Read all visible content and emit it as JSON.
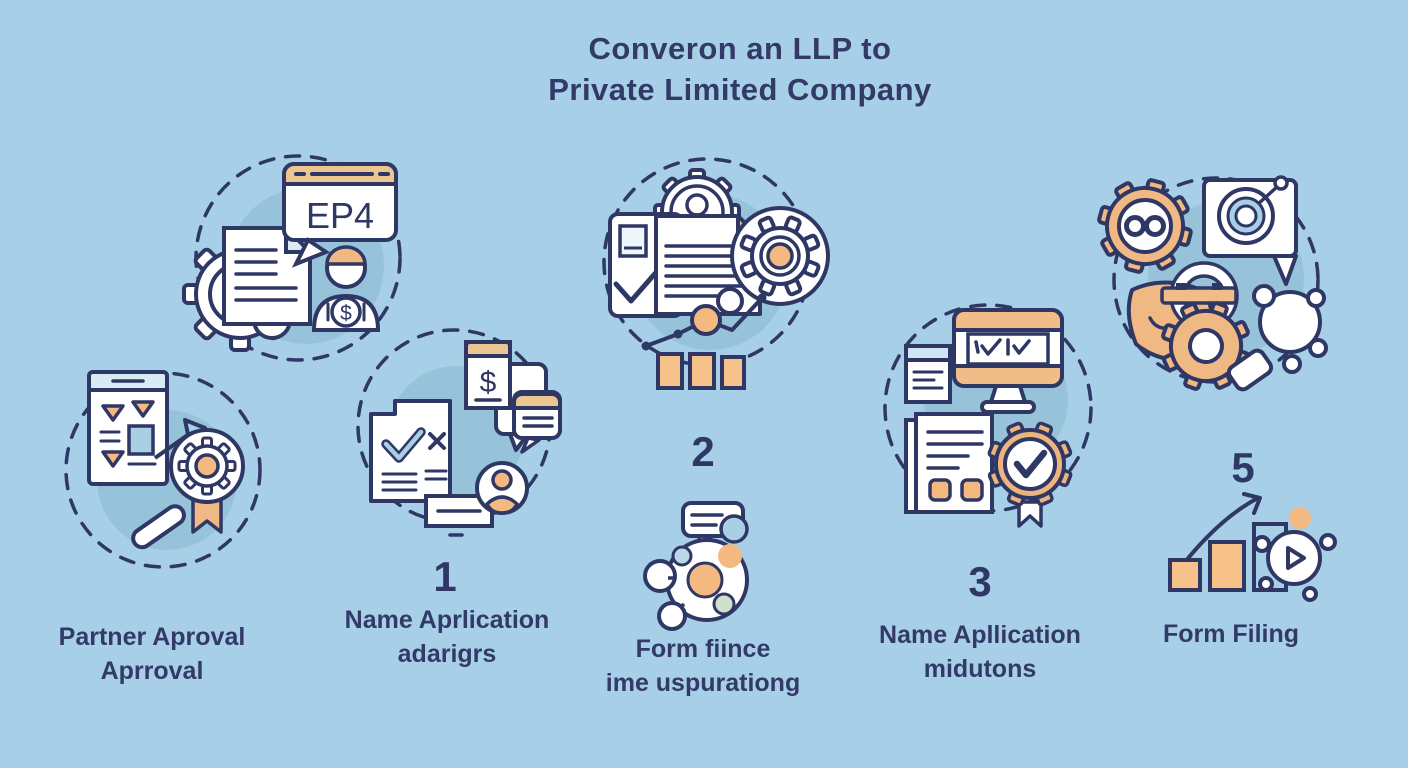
{
  "title": {
    "line1": "Converon an LLP to",
    "line2": "Private Limited Company"
  },
  "badges": {
    "ep4": "EP4",
    "dollar": "$"
  },
  "steps": [
    {
      "number": "",
      "label1": "Partner Aproval",
      "label2": "Aprroval",
      "icons": [
        "gear-droplet",
        "document",
        "ep4-speech-bubble",
        "person-dollar",
        "checklist-card",
        "award-gear-badge",
        "magnifier-handle",
        "arrow"
      ]
    },
    {
      "number": "1",
      "label1": "Name Aprlication",
      "label2": "adarigrs",
      "icons": [
        "document-check-x",
        "dollar-chat-card",
        "chat-bubble-lines",
        "person-avatar",
        "name-tag"
      ]
    },
    {
      "number": "2",
      "label1": "Form fiince",
      "label2": "ime uspurationg",
      "icons": [
        "document-check",
        "gear-person",
        "gear-dial",
        "line-graph",
        "bar-chart",
        "chat-bubble",
        "molecule-globe"
      ]
    },
    {
      "number": "3",
      "label1": "Name Apllication",
      "label2": "midutons",
      "icons": [
        "monitor-checks",
        "small-document",
        "document-attachments",
        "gear-check-ribbon"
      ]
    },
    {
      "number": "5",
      "label1": "Form Filing",
      "label2": "",
      "icons": [
        "gear-eyes",
        "target-speech-bubble",
        "hand-wrench-gear",
        "network-nodes",
        "growth-bar-chart-arrow",
        "play-network-node"
      ]
    }
  ],
  "colors": {
    "background": "#a7d0e8",
    "outline_navy": "#2f3765",
    "text_navy": "#333a68",
    "orange": "#f3b981",
    "tan_header": "#ecc691",
    "accent_blue": "#a9cfe4",
    "inner_circle_blue": "#97c3da",
    "white": "#ffffff"
  }
}
